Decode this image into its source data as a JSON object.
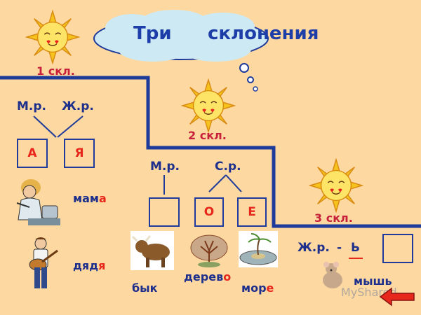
{
  "title": {
    "word1": "Три",
    "word2": "склонения"
  },
  "groups": {
    "first": {
      "label": "1 скл.",
      "gender1": "М.р.",
      "gender2": "Ж.р.",
      "box1": "А",
      "box2": "Я",
      "examples": [
        {
          "stem": "мам",
          "ending": "а"
        },
        {
          "stem": "дяд",
          "ending": "я"
        }
      ]
    },
    "second": {
      "label": "2 скл.",
      "gender1": "М.р.",
      "gender2": "С.р.",
      "box1": "",
      "box2": "О",
      "box3": "Е",
      "examples": [
        {
          "stem": "бык",
          "ending": ""
        },
        {
          "stem": "дерев",
          "ending": "о"
        },
        {
          "stem": "мор",
          "ending": "е"
        }
      ]
    },
    "third": {
      "label": "3 скл.",
      "rule_gender": "Ж.р.",
      "rule_dash": "-",
      "rule_letter": "Ь",
      "box1": "",
      "examples": [
        {
          "stem": "мышь",
          "ending": ""
        }
      ]
    }
  },
  "watermark": "MyShared",
  "icons": [
    "sun-icon",
    "thought-cloud",
    "woman-cooking-illustration",
    "man-guitar-illustration",
    "bull-illustration",
    "tree-illustration",
    "sea-island-illustration",
    "mouse-illustration",
    "back-arrow-icon"
  ],
  "colors": {
    "background": "#fdd9a1",
    "line": "#1e3a9a",
    "ending": "#e8271c",
    "label_red": "#c8203a",
    "cloud": "#cde9f3"
  }
}
